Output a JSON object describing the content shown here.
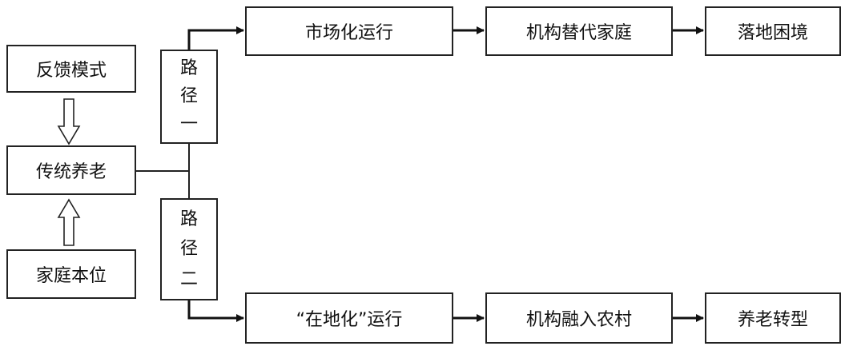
{
  "left": {
    "feedback": "反馈模式",
    "traditional": "传统养老",
    "family": "家庭本位"
  },
  "path1": {
    "chars": [
      "路",
      "径",
      "一"
    ],
    "steps": [
      "市场化运行",
      "机构替代家庭",
      "落地困境"
    ]
  },
  "path2": {
    "chars": [
      "路",
      "径",
      "二"
    ],
    "steps": [
      "“在地化”运行",
      "机构融入农村",
      "养老转型"
    ]
  }
}
